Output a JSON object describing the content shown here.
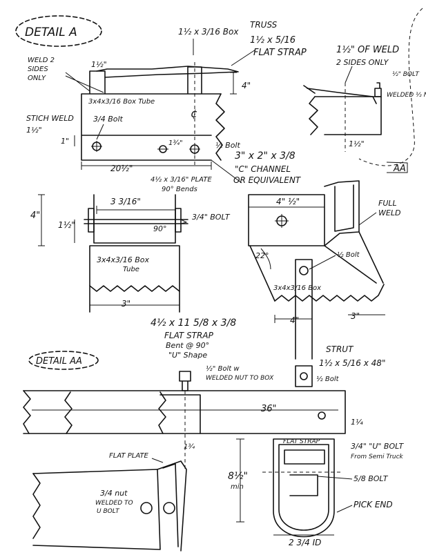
{
  "labels": {
    "detail_a": "DETAIL A",
    "box_top": "1½ x 3/16 Box",
    "truss_title": "TRUSS",
    "truss_size": "1½ x 5/16",
    "truss_strap": "FLAT STRAP",
    "weld2_a": "WELD 2",
    "weld2_b": "SIDES",
    "weld2_c": "ONLY",
    "dim_1half_top": "1½\"",
    "dim_4_top": "4\"",
    "box_tube_label": "3x4x3/16 Box Tube",
    "cl_mark": "¢",
    "stitch_weld": "STICH WELD",
    "stitch_len": "1½\"",
    "bolt_34_a": "3/4 Bolt",
    "dim_1_left": "1\"",
    "dim_1_34": "1¾\"",
    "bolt_half_a": "½ Bolt",
    "dim_20half": "20½\"",
    "weld_right_1": "1½\" OF WELD",
    "weld_right_2": "2 SIDES ONLY",
    "bolt_half_b": "½\" BOLT",
    "welded_nut": "WELDED ½ NUT",
    "dim_1half_right": "1½\"",
    "aa_mark": "AA",
    "channel_1": "3\" x 2\" x 3/8",
    "channel_2": "\"C\" CHANNEL",
    "channel_3": "OR EQUIVALENT",
    "plate_1": "4½ x 3/16\" PLATE",
    "plate_2": "90° Bends",
    "dim_3_316": "3 3/16\"",
    "dim_4_left": "4\"",
    "dim_1half_mid": "1½\"",
    "bolt_34_b": "3/4\" BOLT",
    "angle_90": "90°",
    "box_tube_2a": "3x4x3/16 Box",
    "box_tube_2b": "Tube",
    "dim_3_bottom": "3\"",
    "dim_4half_mid": "4\" ½\"",
    "full_weld_1": "FULL",
    "full_weld_2": "WELD",
    "angle_22": "22°",
    "bolt_half_c": "½ Bolt",
    "box_tube_3": "3x4x3/16 Box",
    "dim_4_right": "4\"",
    "dim_3_right": "3\"",
    "strap_1": "4½ x 11 5/8 x 3/8",
    "strap_2": "FLAT STRAP",
    "strap_3": "Bent @ 90°",
    "strap_4": "\"U\" Shape",
    "detail_aa": "DETAIL AA",
    "bolt_w_1": "½\" Bolt w",
    "bolt_w_2": "WELDED NUT TO BOX",
    "strut_1": "STRUT",
    "strut_2": "1½ x 5/16 x 48\"",
    "bolt_half_d": "½ Bolt",
    "dim_36": "36\"",
    "dim_1_14": "1¼",
    "dim_1_34_b": "1¾",
    "flat_plate": "FLAT PLATE",
    "nut_1": "3/4 nut",
    "nut_2": "WELDED TO",
    "nut_3": "U BOLT",
    "flat_strap_top": "FLAT STRAP",
    "u_bolt_1": "3/4\" \"U\" BOLT",
    "u_bolt_2": "From Semi Truck",
    "dim_8half": "8½\"",
    "dim_min": "min",
    "bolt_58": "5/8 BOLT",
    "pick_end": "PICK END",
    "dim_2_34": "2 3/4 ID"
  }
}
